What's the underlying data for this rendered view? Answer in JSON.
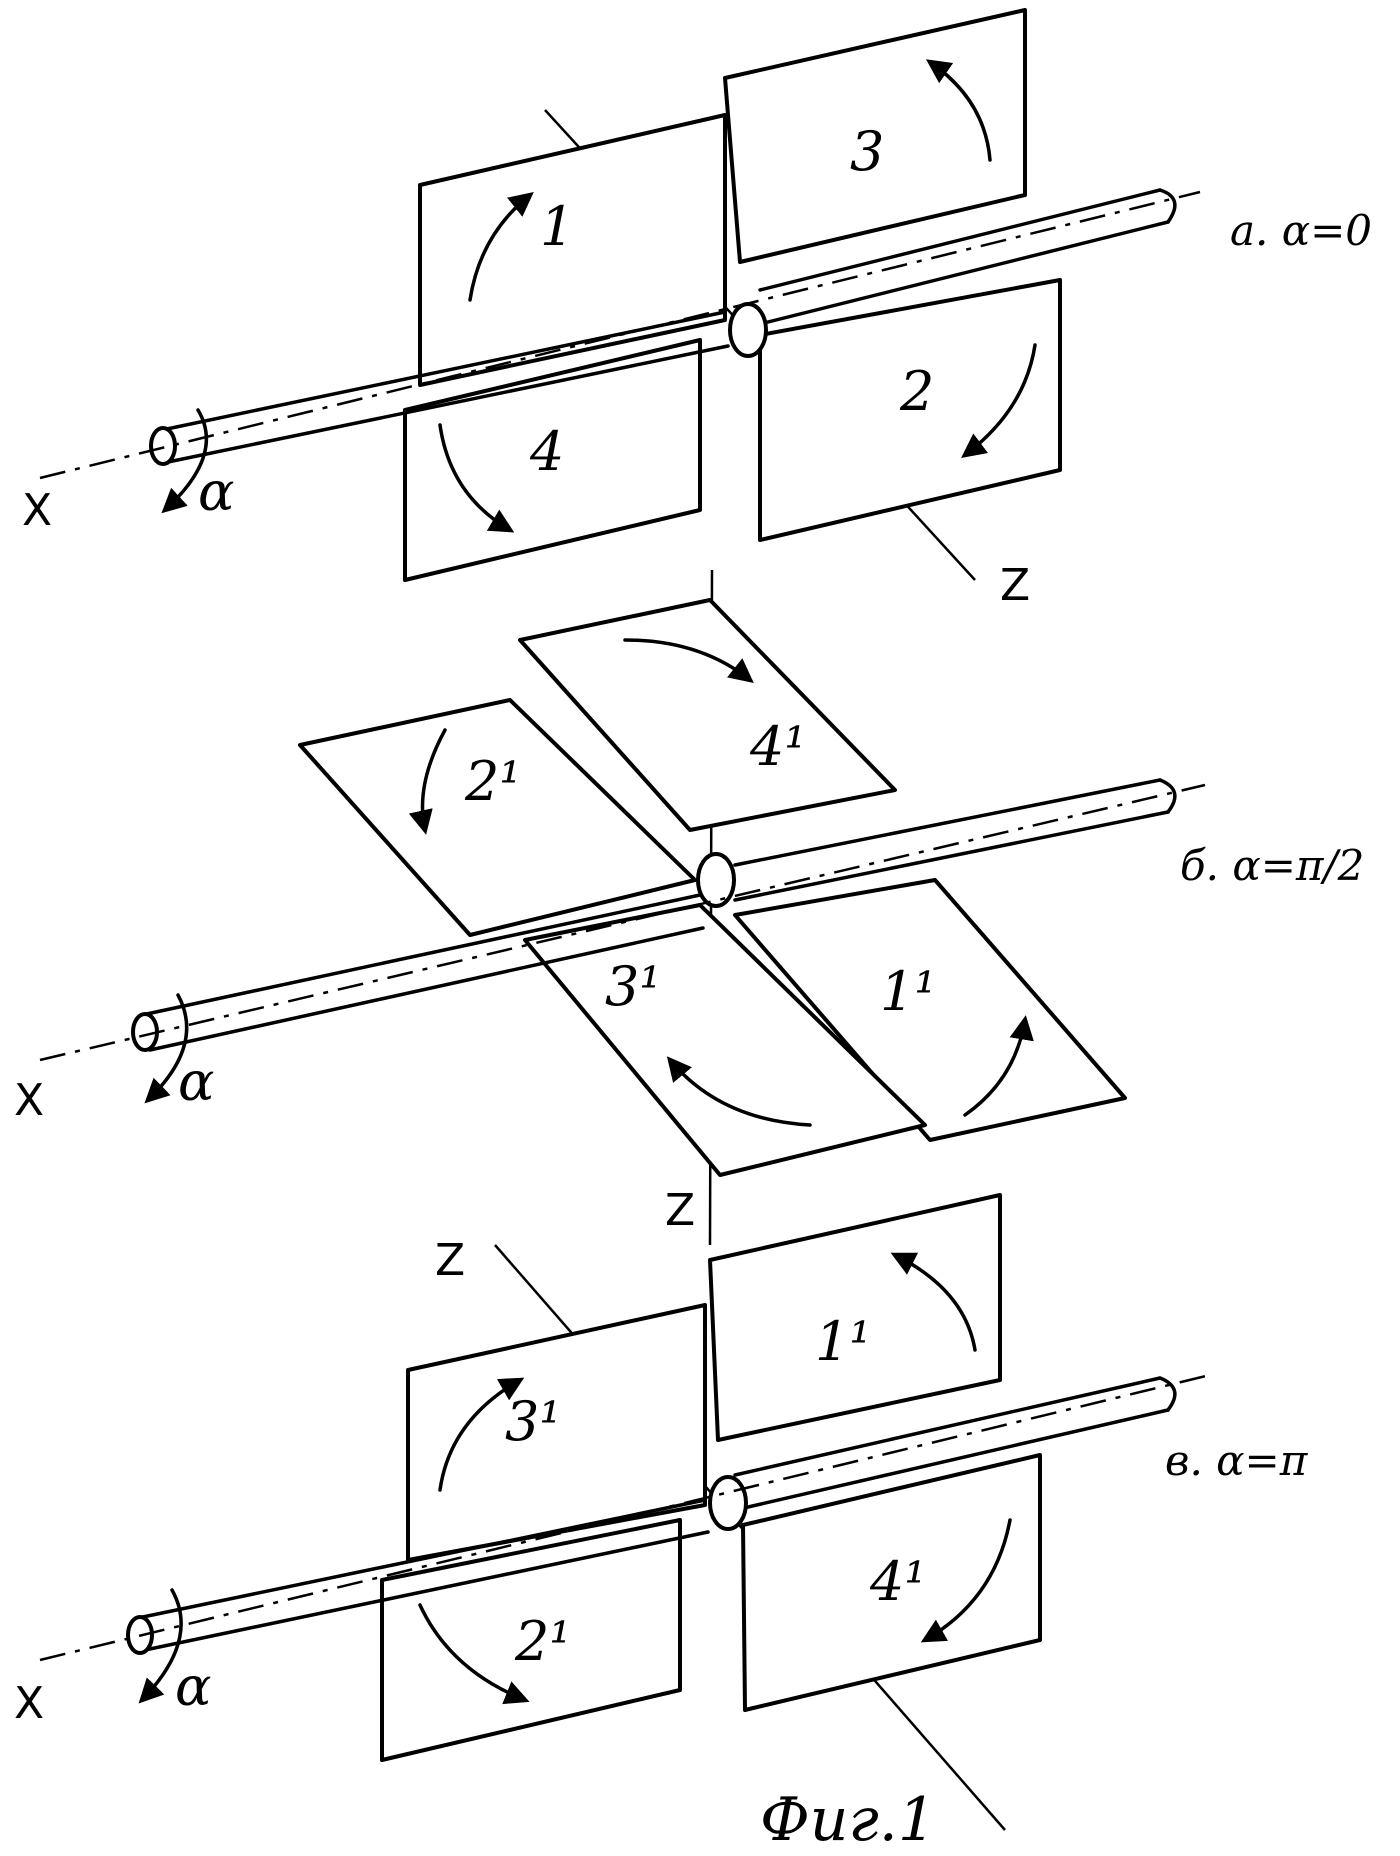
{
  "figure_caption": "Фиг.1",
  "panels": [
    {
      "caption": "а. α=0",
      "axis_x": "X",
      "axis_z": "Z",
      "angle": "α",
      "plates": [
        "1",
        "2",
        "3",
        "4"
      ]
    },
    {
      "caption": "б. α=π/2",
      "axis_x": "X",
      "axis_z": "Z",
      "angle": "α",
      "plates": [
        "2¹",
        "4¹",
        "3¹",
        "1¹"
      ]
    },
    {
      "caption": "в. α=π",
      "axis_x": "X",
      "axis_z": "Z",
      "angle": "α",
      "plates": [
        "3¹",
        "1¹",
        "2¹",
        "4¹"
      ]
    }
  ]
}
